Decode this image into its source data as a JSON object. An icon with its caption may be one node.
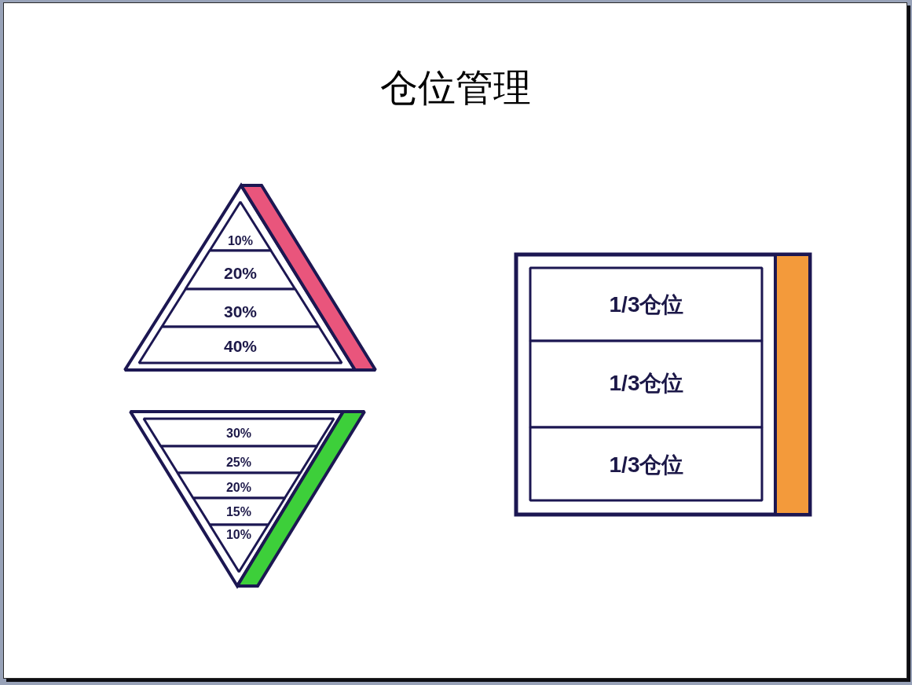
{
  "diagram": {
    "title": "仓位管理",
    "nodes": [
      {
        "text": [
          "10%"
        ]
      },
      {
        "text": [
          "20%"
        ]
      },
      {
        "text": [
          "30%"
        ]
      },
      {
        "text": [
          "40%"
        ]
      },
      {
        "text": [
          "30%"
        ]
      },
      {
        "text": [
          "25%"
        ]
      },
      {
        "text": [
          "20%"
        ]
      },
      {
        "text": [
          "15%"
        ]
      },
      {
        "text": [
          "10%"
        ]
      },
      {
        "text": [
          "1/3仓位"
        ]
      },
      {
        "text": [
          "1/3仓位"
        ]
      },
      {
        "text": [
          "1/3仓位"
        ]
      }
    ]
  }
}
